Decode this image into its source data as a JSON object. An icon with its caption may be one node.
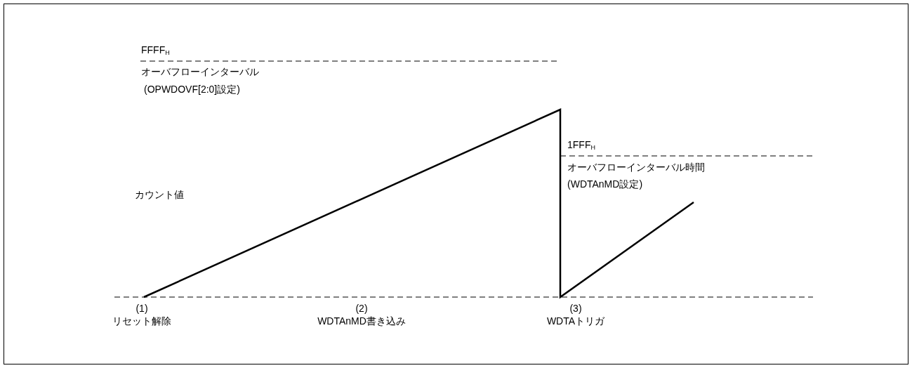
{
  "diagram": {
    "labels": [
      "FFFF$_{H}$",
      "オーバフローインターバル",
      "(OPWDOVF[2:0]設定)",
      "1FFF$_{H}$",
      "オーバフローインターバル時間",
      "(WDTAnMD設定)",
      "カウント値",
      "(1)",
      "リセット解除",
      "(2)",
      "WDTAnMD書き込み",
      "(3)",
      "WDTAトリガ"
    ]
  }
}
